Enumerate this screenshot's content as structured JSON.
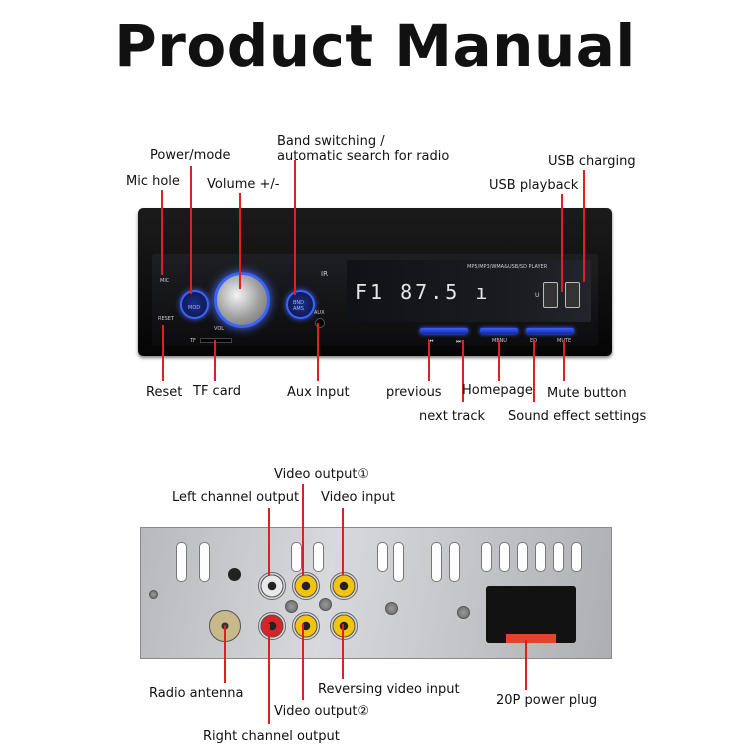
{
  "title": "Product Manual",
  "front_labels": {
    "mic_hole": "Mic hole",
    "power_mode": "Power/mode",
    "volume": "Volume +/-",
    "band_line1": "Band switching /",
    "band_line2": "automatic search for radio",
    "usb_charging": "USB charging",
    "usb_playback": "USB playback",
    "reset": "Reset",
    "tf_card": "TF card",
    "aux_input": "Aux Input",
    "previous": "previous",
    "next_track": "next track",
    "homepage": "Homepage",
    "mute_button": "Mute button",
    "sound_effect": "Sound effect settings"
  },
  "device_front": {
    "brand_text": "MP5/MP3/WMA&USB/SD PLAYER",
    "display": "F1 87.5 ı",
    "mic": "MIC",
    "reset": "RESET",
    "mod": "MOD",
    "vol": "VOL",
    "bnd_ams": "BND AMS",
    "aux": "AUX",
    "ir": "IR",
    "tf": "TF",
    "u": "U",
    "prev_icon": "⏮",
    "next_icon": "⏭",
    "menu": "MENU",
    "eq": "EQ",
    "mute": "MUTE"
  },
  "rear_labels": {
    "video_output_1": "Video output①",
    "left_channel": "Left channel output",
    "video_input": "Video input",
    "radio_antenna": "Radio antenna",
    "reversing_video": "Reversing video input",
    "power_plug": "20P power plug",
    "video_output_2": "Video output②",
    "right_channel": "Right channel output"
  },
  "colors": {
    "callout": "#e02020",
    "knob_glow": "#3b64ff",
    "rca_white": "#e8e8e8",
    "rca_yellow": "#f2c40f",
    "rca_red": "#d8232a"
  }
}
